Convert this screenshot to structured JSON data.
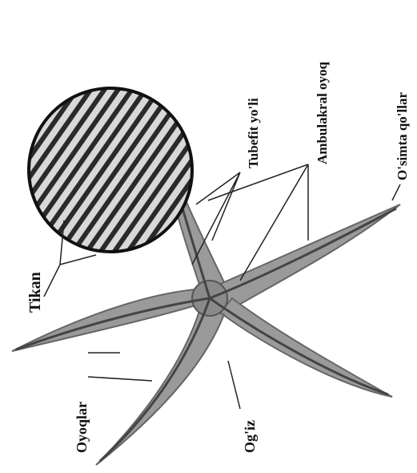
{
  "labels": {
    "tikan": "Tikan",
    "tubefit_yoli": "Tubefit yo'li",
    "ambulakral_oyoq": "Ambulakral oyoq",
    "osimta_qollar": "O'simta qo'llar",
    "oyoqlar": "Oyoqlar",
    "ogiz": "Og'iz"
  },
  "colors": {
    "arm_fill": "#9a9a9a",
    "arm_dark": "#555555",
    "line": "#222222",
    "text": "#111111"
  }
}
